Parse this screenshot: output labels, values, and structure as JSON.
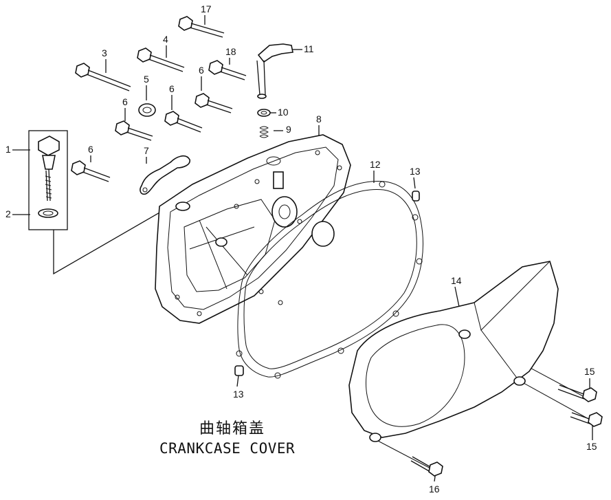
{
  "title": {
    "chinese": "曲轴箱盖",
    "english": "CRANKCASE COVER"
  },
  "callouts": [
    {
      "id": "c1",
      "label": "1"
    },
    {
      "id": "c2",
      "label": "2"
    },
    {
      "id": "c3",
      "label": "3"
    },
    {
      "id": "c4",
      "label": "4"
    },
    {
      "id": "c5",
      "label": "5"
    },
    {
      "id": "c6a",
      "label": "6"
    },
    {
      "id": "c6b",
      "label": "6"
    },
    {
      "id": "c6c",
      "label": "6"
    },
    {
      "id": "c6d",
      "label": "6"
    },
    {
      "id": "c7",
      "label": "7"
    },
    {
      "id": "c8",
      "label": "8"
    },
    {
      "id": "c9",
      "label": "9"
    },
    {
      "id": "c10",
      "label": "10"
    },
    {
      "id": "c11",
      "label": "11"
    },
    {
      "id": "c12",
      "label": "12"
    },
    {
      "id": "c13a",
      "label": "13"
    },
    {
      "id": "c13b",
      "label": "13"
    },
    {
      "id": "c14",
      "label": "14"
    },
    {
      "id": "c15a",
      "label": "15"
    },
    {
      "id": "c15b",
      "label": "15"
    },
    {
      "id": "c16",
      "label": "16"
    },
    {
      "id": "c17",
      "label": "17"
    },
    {
      "id": "c18",
      "label": "18"
    }
  ]
}
